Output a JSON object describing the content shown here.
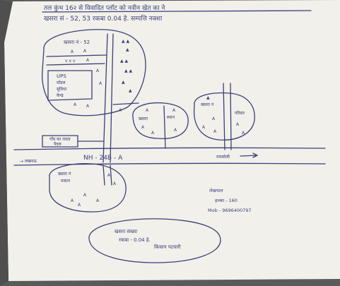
{
  "colors": {
    "paper": "#f1f0ea",
    "ink": "#3a3f78",
    "shadow": "#4f4f4f"
  },
  "header": {
    "line1": "तल कुंभ 16२ से विवादित प्लॉट को नवीन खेत का ने",
    "line2": "खसरा सं - 52, 53 रकबा 0.04 हे. सम्पत्ति नक्शा"
  },
  "map": {
    "north_block_label": "खसरा नं - 52",
    "ups_text_1": "UPS",
    "ups_text_2": "मॉडल",
    "ups_text_3": "सुविधा",
    "ups_text_4": "केन्द्र",
    "center_circle_label": "खसरा",
    "center_circle_label_2": "स्थान",
    "right_block_label": "खसरा नं",
    "right_block_label_2": "परिसर",
    "left_road_label": "गाँव का रास्ता",
    "left_road_label_2": "पैदल",
    "highway_label": "NH - 24B - A",
    "highway_right_label": "रायबरेली",
    "highway_left_label": "→ लखनऊ",
    "south_block_label": "खसरा नं",
    "south_block_label_2": "मकान",
    "oval_text_1": "खसरा संख्या",
    "oval_text_2": "रकबा - 0.04 हे.",
    "oval_text_3": "किसान पटवारी",
    "sign_line_1": "लेखपाल",
    "sign_line_2": "हल्का - 160",
    "sign_line_3": "Mob - 9696400797"
  }
}
